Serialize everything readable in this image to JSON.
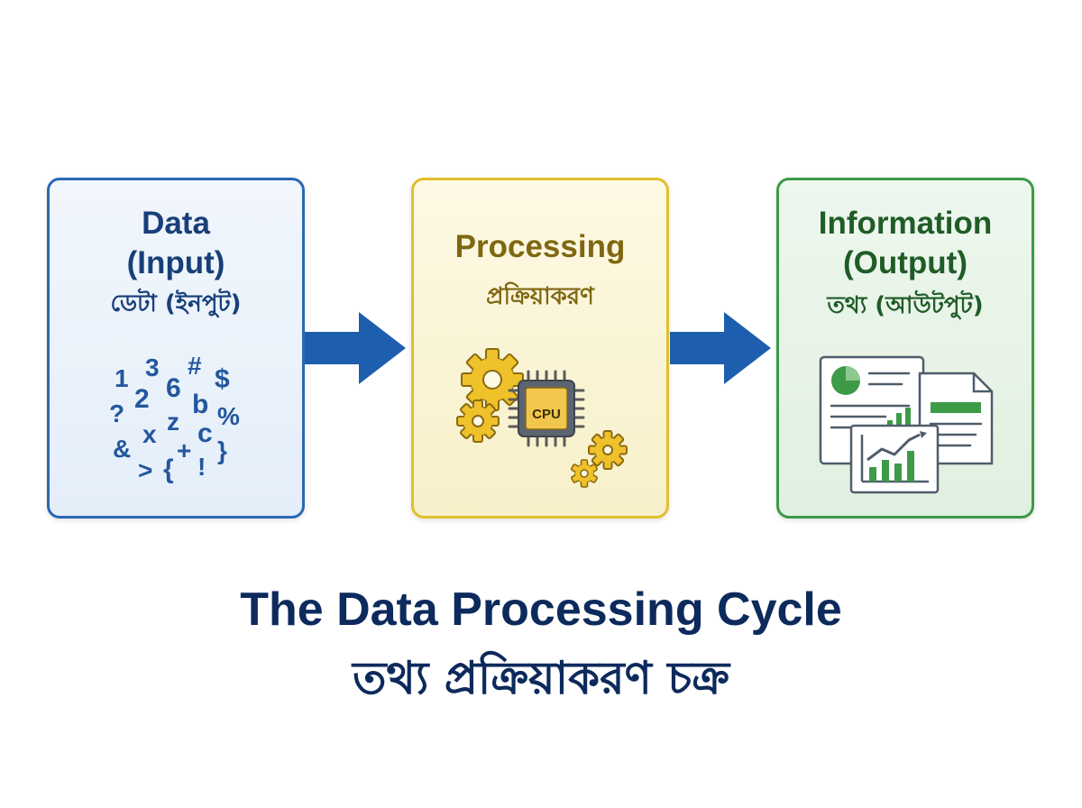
{
  "boxes": {
    "input": {
      "title_line1": "Data",
      "title_line2": "(Input)",
      "subtitle": "ডেটা (ইনপুট)"
    },
    "process": {
      "title": "Processing",
      "subtitle": "প্রক্রিয়াকরণ",
      "chip_label": "CPU"
    },
    "output": {
      "title_line1": "Information",
      "title_line2": "(Output)",
      "subtitle": "তথ্য (আউটপুট)"
    }
  },
  "symbols": [
    "1",
    "3",
    "#",
    "$",
    "2",
    "6",
    "b",
    "?",
    "z",
    "%",
    "x",
    "c",
    "&",
    "+",
    "}",
    ">",
    "{",
    "!"
  ],
  "caption": {
    "english": "The Data Processing Cycle",
    "bengali": "তথ্য প্রক্রিয়াকরণ চক্র"
  },
  "colors": {
    "input_border": "#2a68b5",
    "process_border": "#e2bf2c",
    "output_border": "#3d9a47",
    "arrow": "#1d5fae",
    "caption": "#0d2a5c"
  },
  "icons": {
    "input": "data-symbols",
    "process": [
      "gear-icon",
      "cpu-chip-icon"
    ],
    "output": [
      "pie-chart-icon",
      "bar-chart-icon",
      "line-chart-icon",
      "document-icon"
    ]
  }
}
